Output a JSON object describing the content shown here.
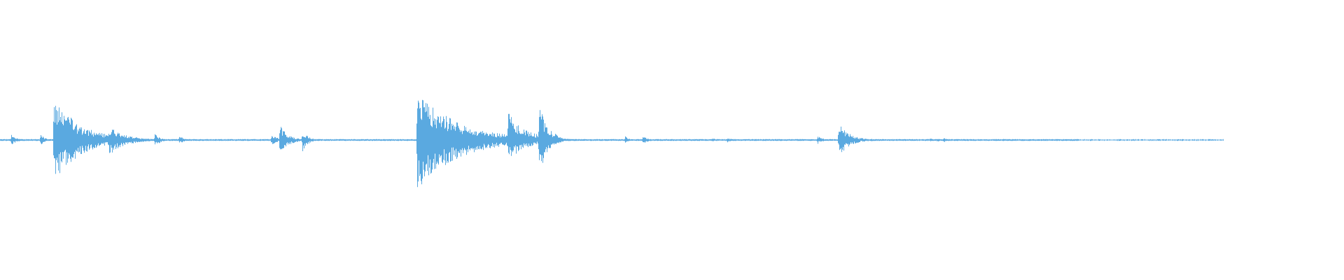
{
  "waveform": {
    "color": "#5aa9e0",
    "baseline_color": "#5aa9e0",
    "duration_fraction_with_signal": 0.91,
    "transients": [
      {
        "t": 0.008,
        "up": 0.04,
        "down": 0.04,
        "decay": 0.004
      },
      {
        "t": 0.03,
        "up": 0.05,
        "down": 0.04,
        "decay": 0.003
      },
      {
        "t": 0.04,
        "up": 0.3,
        "down": 0.3,
        "decay": 0.02
      },
      {
        "t": 0.046,
        "up": 0.06,
        "down": 0.05,
        "decay": 0.006
      },
      {
        "t": 0.081,
        "up": 0.1,
        "down": 0.11,
        "decay": 0.012
      },
      {
        "t": 0.115,
        "up": 0.05,
        "down": 0.05,
        "decay": 0.004
      },
      {
        "t": 0.133,
        "up": 0.03,
        "down": 0.03,
        "decay": 0.004
      },
      {
        "t": 0.202,
        "up": 0.05,
        "down": 0.04,
        "decay": 0.004
      },
      {
        "t": 0.208,
        "up": 0.11,
        "down": 0.12,
        "decay": 0.006
      },
      {
        "t": 0.225,
        "up": 0.07,
        "down": 0.08,
        "decay": 0.004
      },
      {
        "t": 0.31,
        "up": 0.36,
        "down": 0.37,
        "decay": 0.03
      },
      {
        "t": 0.34,
        "up": 0.02,
        "down": 0.02,
        "decay": 0.02
      },
      {
        "t": 0.378,
        "up": 0.2,
        "down": 0.15,
        "decay": 0.014
      },
      {
        "t": 0.401,
        "up": 0.3,
        "down": 0.3,
        "decay": 0.005
      },
      {
        "t": 0.405,
        "up": 0.07,
        "down": 0.06,
        "decay": 0.005
      },
      {
        "t": 0.409,
        "up": 0.09,
        "down": 0.07,
        "decay": 0.004
      },
      {
        "t": 0.413,
        "up": 0.05,
        "down": 0.05,
        "decay": 0.004
      },
      {
        "t": 0.465,
        "up": 0.03,
        "down": 0.02,
        "decay": 0.003
      },
      {
        "t": 0.478,
        "up": 0.03,
        "down": 0.03,
        "decay": 0.004
      },
      {
        "t": 0.53,
        "up": 0.02,
        "down": 0.01,
        "decay": 0.003
      },
      {
        "t": 0.541,
        "up": 0.02,
        "down": 0.02,
        "decay": 0.003
      },
      {
        "t": 0.608,
        "up": 0.03,
        "down": 0.03,
        "decay": 0.004
      },
      {
        "t": 0.624,
        "up": 0.12,
        "down": 0.12,
        "decay": 0.008
      },
      {
        "t": 0.648,
        "up": 0.01,
        "down": 0.01,
        "decay": 0.003
      },
      {
        "t": 0.692,
        "up": 0.02,
        "down": 0.01,
        "decay": 0.002
      },
      {
        "t": 0.697,
        "up": 0.02,
        "down": 0.02,
        "decay": 0.002
      },
      {
        "t": 0.702,
        "up": 0.02,
        "down": 0.02,
        "decay": 0.002
      },
      {
        "t": 0.746,
        "up": 0.01,
        "down": 0.01,
        "decay": 0.002
      },
      {
        "t": 0.762,
        "up": 0.01,
        "down": 0.01,
        "decay": 0.002
      },
      {
        "t": 0.897,
        "up": 0.01,
        "down": 0.01,
        "decay": 0.002
      }
    ],
    "hum": [
      {
        "t0": 0.318,
        "t1": 0.37,
        "amp": 0.018
      },
      {
        "t0": 0.04,
        "t1": 0.075,
        "amp": 0.012
      }
    ]
  }
}
